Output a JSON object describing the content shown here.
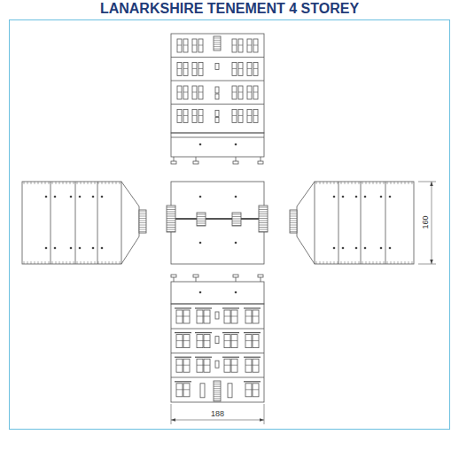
{
  "diagram": {
    "title": "LANARKSHIRE TENEMENT 4 STOREY",
    "labels": [
      "160",
      "188"
    ]
  }
}
